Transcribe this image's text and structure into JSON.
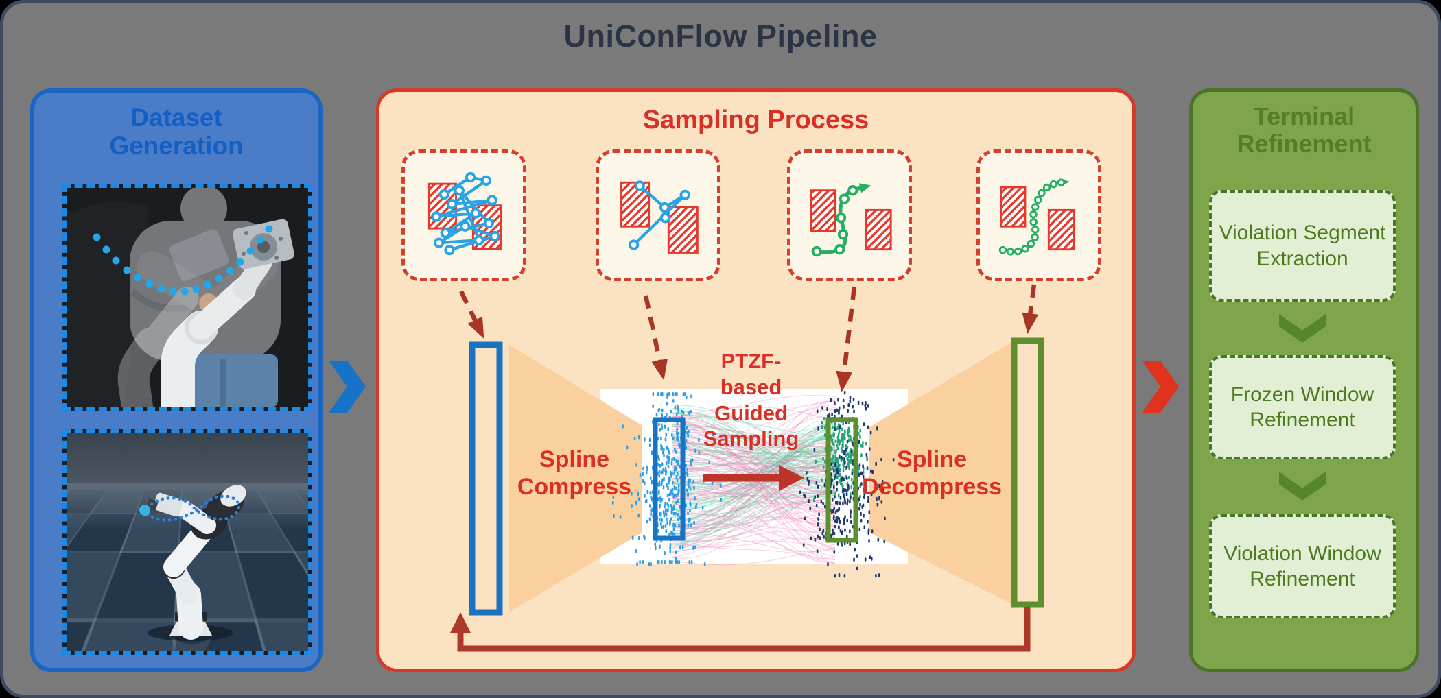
{
  "title": "UniConFlow Pipeline",
  "dataset_panel": {
    "title": "Dataset Generation"
  },
  "sampling_panel": {
    "title": "Sampling Process",
    "labels": {
      "spline_compress": "Spline Compress",
      "guided_sampling": "PTZF-based Guided Sampling",
      "spline_decompress": "Spline Decompress"
    }
  },
  "refinement_panel": {
    "title": "Terminal Refinement",
    "steps": [
      "Violation Segment Extraction",
      "Frozen Window Refinement",
      "Violation Window Refinement"
    ]
  },
  "colors": {
    "canvas_bg": "#7a7a7a",
    "canvas_border": "#3f4b63",
    "title_text": "#2b3444",
    "blue_panel_bg": "#4a7cc8",
    "blue_panel_border": "#1a66c2",
    "blue_title": "#135fc4",
    "photo_dash": "#1e88e5",
    "arrow_blue": "#1773c8",
    "arrow_red": "#e0331f",
    "peach_panel_bg": "#fbe2c3",
    "peach_panel_border": "#d63a26",
    "red_text": "#d93025",
    "traj_box_bg": "#fdf7ea",
    "traj_box_border": "#d6402b",
    "obstacle_red": "#e6392b",
    "traj_blue": "#29a3e3",
    "traj_green": "#27ae60",
    "funnel": "#f9d09e",
    "dark_red": "#a93523",
    "feedback_red": "#ad3a28",
    "solid_arrow": "#bd3528",
    "blue_box": "#1a72c2",
    "green_box": "#5d8f2f",
    "scatter_blue": "#2e9fe6",
    "scatter_teal": "#27a57a",
    "scatter_navy": "#1c3a70",
    "line_pink": "#f07ab2",
    "line_teal": "#4ec695",
    "green_panel_bg": "#7ea44c",
    "green_panel_border": "#4b7426",
    "green_title": "#557f24",
    "step_box_bg": "#e3efd5",
    "step_box_border": "#4b7426",
    "step_text": "#4c7a1f",
    "chevron_green": "#55862c"
  }
}
